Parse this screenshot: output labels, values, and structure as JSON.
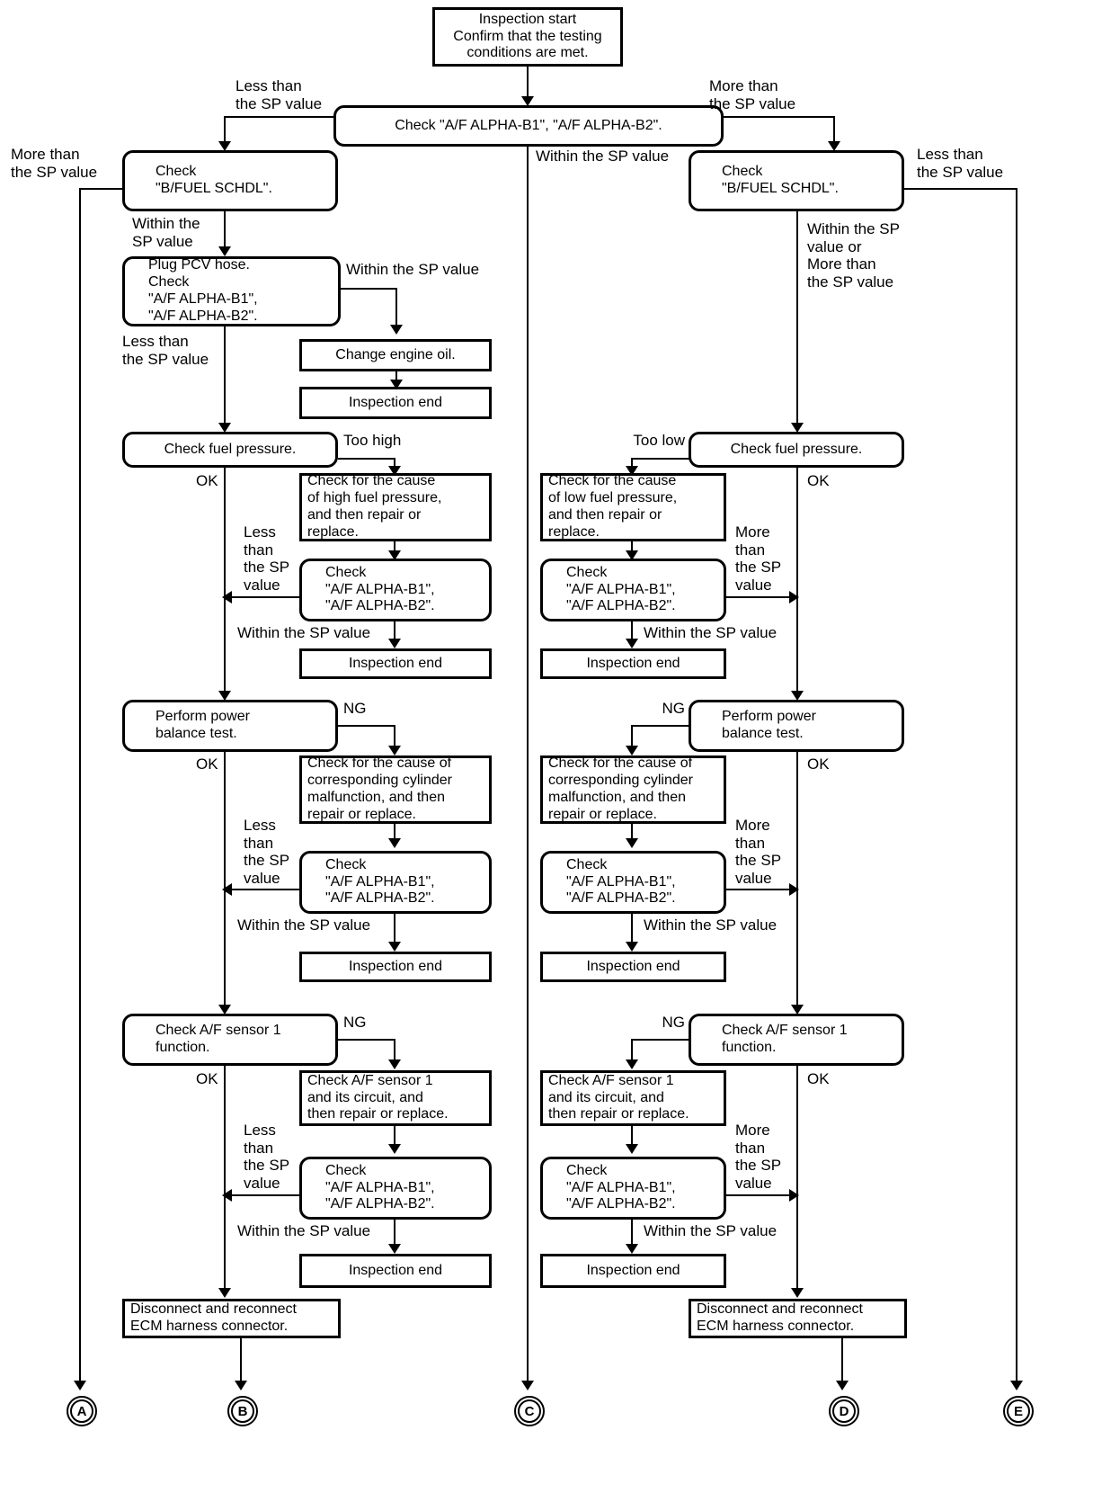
{
  "diagram": {
    "title": "A/F ALPHA inspection flowchart",
    "font_size_box": 17,
    "font_size_label": 17,
    "line_color": "#000000",
    "background": "#ffffff"
  },
  "nodes": {
    "start": "Inspection start\nConfirm that the testing\nconditions are met.",
    "main_check": "Check \"A/F ALPHA-B1\", \"A/F ALPHA-B2\".",
    "bfuel_left": "Check\n\"B/FUEL SCHDL\".",
    "bfuel_right": "Check\n\"B/FUEL SCHDL\".",
    "plug_pcv": "Plug PCV hose.\nCheck\n\"A/F ALPHA-B1\",\n\"A/F ALPHA-B2\".",
    "change_oil": "Change engine oil.",
    "insp_end_1": "Inspection end",
    "fuel_press_left": "Check fuel pressure.",
    "fuel_press_right": "Check fuel pressure.",
    "cause_high": "Check for the cause\nof high fuel pressure,\nand then repair or\nreplace.",
    "cause_low": "Check for the cause\nof low fuel pressure,\nand then repair or\nreplace.",
    "af_check_l2": "Check\n\"A/F ALPHA-B1\",\n\"A/F ALPHA-B2\".",
    "af_check_r2": "Check\n\"A/F ALPHA-B1\",\n\"A/F ALPHA-B2\".",
    "insp_end_2l": "Inspection end",
    "insp_end_2r": "Inspection end",
    "power_balance_left": "Perform power\nbalance test.",
    "power_balance_right": "Perform power\nbalance test.",
    "cylinder_left": "Check for the cause of\ncorresponding cylinder\nmalfunction, and then\nrepair or replace.",
    "cylinder_right": "Check for the cause of\ncorresponding cylinder\nmalfunction, and then\nrepair or replace.",
    "af_check_l3": "Check\n\"A/F ALPHA-B1\",\n\"A/F ALPHA-B2\".",
    "af_check_r3": "Check\n\"A/F ALPHA-B1\",\n\"A/F ALPHA-B2\".",
    "insp_end_3l": "Inspection end",
    "insp_end_3r": "Inspection end",
    "af_sensor_left": "Check A/F sensor 1\nfunction.",
    "af_sensor_right": "Check A/F sensor 1\nfunction.",
    "af_circuit_left": "Check A/F sensor 1\nand its circuit, and\nthen repair or replace.",
    "af_circuit_right": "Check A/F sensor 1\nand its circuit, and\nthen repair or replace.",
    "af_check_l4": "Check\n\"A/F ALPHA-B1\",\n\"A/F ALPHA-B2\".",
    "af_check_r4": "Check\n\"A/F ALPHA-B1\",\n\"A/F ALPHA-B2\".",
    "insp_end_4l": "Inspection end",
    "insp_end_4r": "Inspection end",
    "ecm_left": "Disconnect and reconnect\nECM harness connector.",
    "ecm_right": "Disconnect and reconnect\nECM harness connector."
  },
  "labels": {
    "less_sp_top_left": "Less than\nthe SP value",
    "more_sp_top_right": "More than\nthe SP value",
    "more_sp_far_left": "More than\nthe SP value",
    "less_sp_far_right": "Less than\nthe SP value",
    "within_sp_center": "Within the SP value",
    "within_sp_left_1": "Within the\nSP value",
    "within_sp_or_more_right": "Within the SP\nvalue or\nMore than\nthe SP value",
    "within_sp_pcv": "Within the SP value",
    "less_sp_pcv": "Less than\nthe SP value",
    "too_high": "Too high",
    "too_low": "Too low",
    "ok_l1": "OK",
    "ok_r1": "OK",
    "less_sp_stack_l1": "Less\nthan\nthe SP\nvalue",
    "more_sp_stack_r1": "More\nthan\nthe SP\nvalue",
    "within_sp_l1": "Within the SP value",
    "within_sp_r1": "Within the SP value",
    "ng_l2": "NG",
    "ng_r2": "NG",
    "ok_l2": "OK",
    "ok_r2": "OK",
    "less_sp_stack_l2": "Less\nthan\nthe SP\nvalue",
    "more_sp_stack_r2": "More\nthan\nthe SP\nvalue",
    "within_sp_l2": "Within the SP value",
    "within_sp_r2": "Within the SP value",
    "ng_l3": "NG",
    "ng_r3": "NG",
    "ok_l3": "OK",
    "ok_r3": "OK",
    "less_sp_stack_l3": "Less\nthan\nthe SP\nvalue",
    "more_sp_stack_r3": "More\nthan\nthe SP\nvalue",
    "within_sp_l3": "Within the SP value",
    "within_sp_r3": "Within the SP value"
  },
  "terminals": [
    {
      "id": "A",
      "letter": "A"
    },
    {
      "id": "B",
      "letter": "B"
    },
    {
      "id": "C",
      "letter": "C"
    },
    {
      "id": "D",
      "letter": "D"
    },
    {
      "id": "E",
      "letter": "E"
    }
  ]
}
